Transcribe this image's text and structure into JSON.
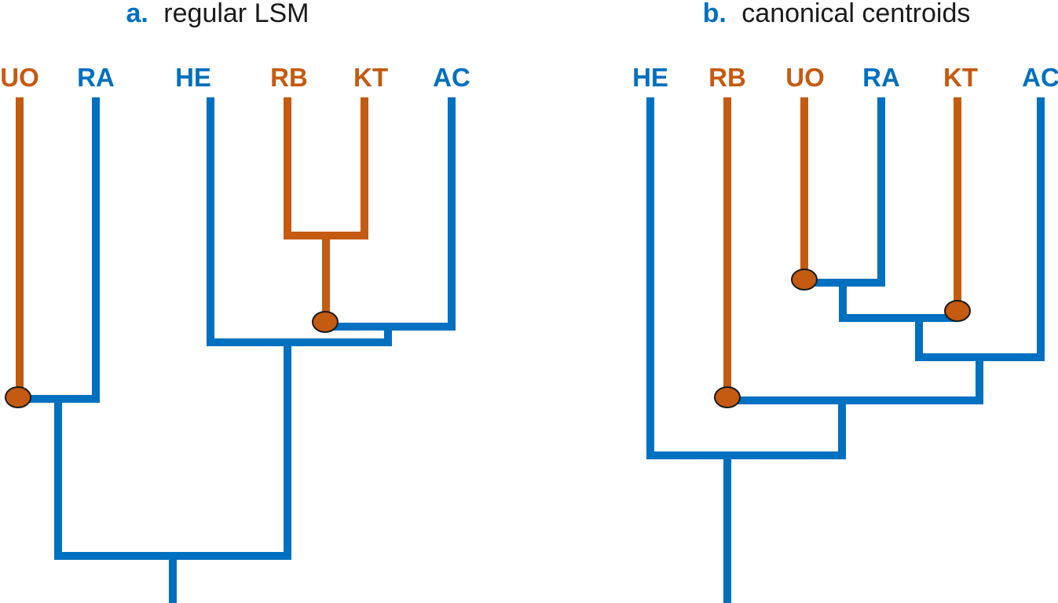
{
  "colors": {
    "blue": "#0070c0",
    "orange": "#c55a11",
    "title_text": "#1a1a1a",
    "node_outline": "#1a1a1a"
  },
  "panels": [
    {
      "letter": "a.",
      "title": "regular LSM",
      "leaves": [
        {
          "label": "UO",
          "color": "orange"
        },
        {
          "label": "RA",
          "color": "blue"
        },
        {
          "label": "HE",
          "color": "blue"
        },
        {
          "label": "RB",
          "color": "orange"
        },
        {
          "label": "KT",
          "color": "orange"
        },
        {
          "label": "AC",
          "color": "blue"
        }
      ]
    },
    {
      "letter": "b.",
      "title": "canonical centroids",
      "leaves": [
        {
          "label": "HE",
          "color": "blue"
        },
        {
          "label": "RB",
          "color": "orange"
        },
        {
          "label": "UO",
          "color": "orange"
        },
        {
          "label": "RA",
          "color": "blue"
        },
        {
          "label": "KT",
          "color": "orange"
        },
        {
          "label": "AC",
          "color": "blue"
        }
      ]
    }
  ]
}
